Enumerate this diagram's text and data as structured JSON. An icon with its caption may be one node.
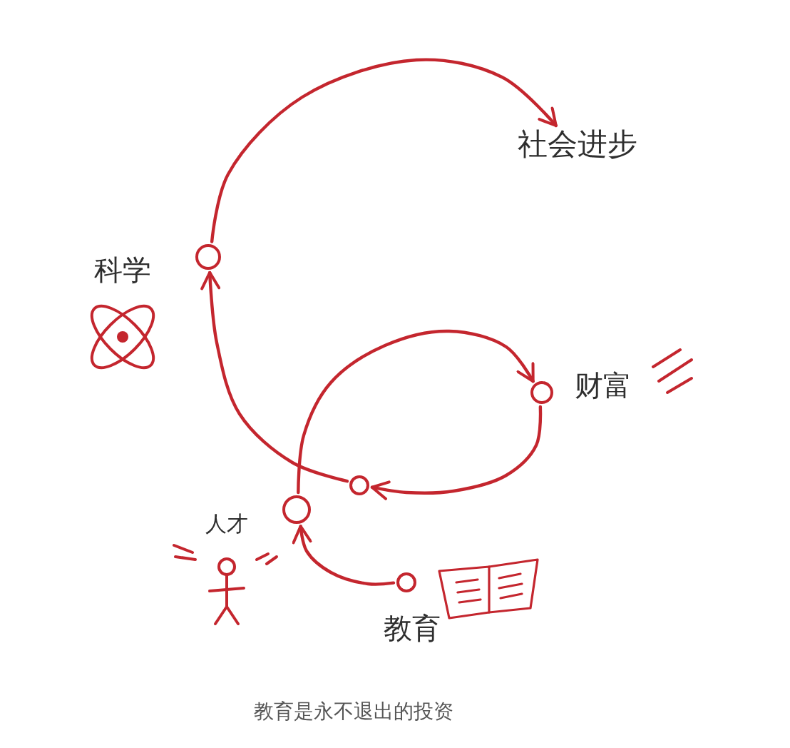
{
  "diagram": {
    "caption": "教育是永不退出的投资",
    "nodes": [
      {
        "text": [
          "社会进步"
        ]
      },
      {
        "text": [
          "科学"
        ]
      },
      {
        "text": [
          "财富"
        ]
      },
      {
        "text": [],
        "shape": "circle"
      },
      {
        "text": [
          "人才"
        ]
      },
      {
        "text": [
          "教育"
        ]
      }
    ],
    "edges": [
      {
        "from": 1,
        "to": 0,
        "arrow": "to"
      },
      {
        "from": 3,
        "to": 1,
        "arrow": "to"
      },
      {
        "from": 4,
        "to": 2,
        "arrow": "to"
      },
      {
        "from": 2,
        "to": 3,
        "arrow": "to"
      },
      {
        "from": 5,
        "to": 4,
        "arrow": "to"
      }
    ]
  }
}
